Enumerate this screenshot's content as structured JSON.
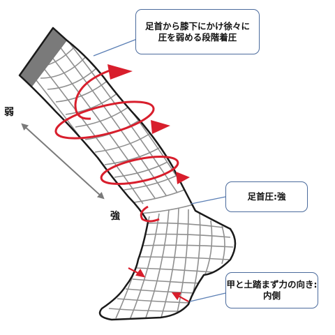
{
  "callouts": {
    "top_line1": "足首から膝下にかけ徐々に",
    "top_line2": "圧を弱める段階着圧",
    "mid": "足首圧:強",
    "bottom_line1": "甲と土踏まず力の向き:",
    "bottom_line2": "内側"
  },
  "labels": {
    "weak": "弱",
    "strong": "強"
  },
  "colors": {
    "outline": "#1a1a1a",
    "mesh": "#8a8a8a",
    "band": "#7a7a7a",
    "arrow_red": "#d81e2c",
    "pointer": "#5b7fb5",
    "double_arrow": "#7a7a7a"
  }
}
